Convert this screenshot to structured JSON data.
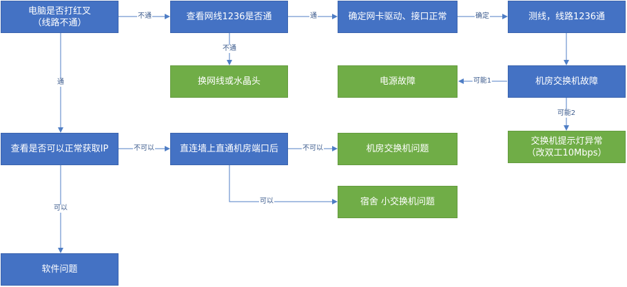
{
  "nodes": {
    "n1": {
      "text": "电脑是否打红叉\n（线路不通）"
    },
    "n2": {
      "text": "查看网线1236是否通"
    },
    "n3": {
      "text": "确定网卡驱动、接口正常"
    },
    "n4": {
      "text": "测线，线路1236通"
    },
    "n5": {
      "text": "换网线或水晶头"
    },
    "n6": {
      "text": "电源故障"
    },
    "n7": {
      "text": "机房交换机故障"
    },
    "n8": {
      "text": "查看是否可以正常获取IP"
    },
    "n9": {
      "text": "直连墙上直通机房端口后"
    },
    "n10": {
      "text": "机房交换机问题"
    },
    "n11": {
      "text": "交换机提示灯异常\n（改双工10Mbps）"
    },
    "n12": {
      "text": "宿舍 小交换机问题"
    },
    "n13": {
      "text": "软件问题"
    }
  },
  "edges": {
    "e1": {
      "label": "不通"
    },
    "e2": {
      "label": "通"
    },
    "e3": {
      "label": "确定"
    },
    "e4": {
      "label": "不通"
    },
    "e5": {
      "label": "通"
    },
    "e6": {
      "label": "可能1"
    },
    "e7": {
      "label": "可能2"
    },
    "e8": {
      "label": "不可以"
    },
    "e9": {
      "label": "不可以"
    },
    "e10": {
      "label": "可以"
    },
    "e11": {
      "label": "可以"
    },
    "e12": {
      "label": ""
    }
  },
  "colors": {
    "decision": "#4472c4",
    "result": "#70ad47",
    "connector": "#4f7ec5"
  }
}
